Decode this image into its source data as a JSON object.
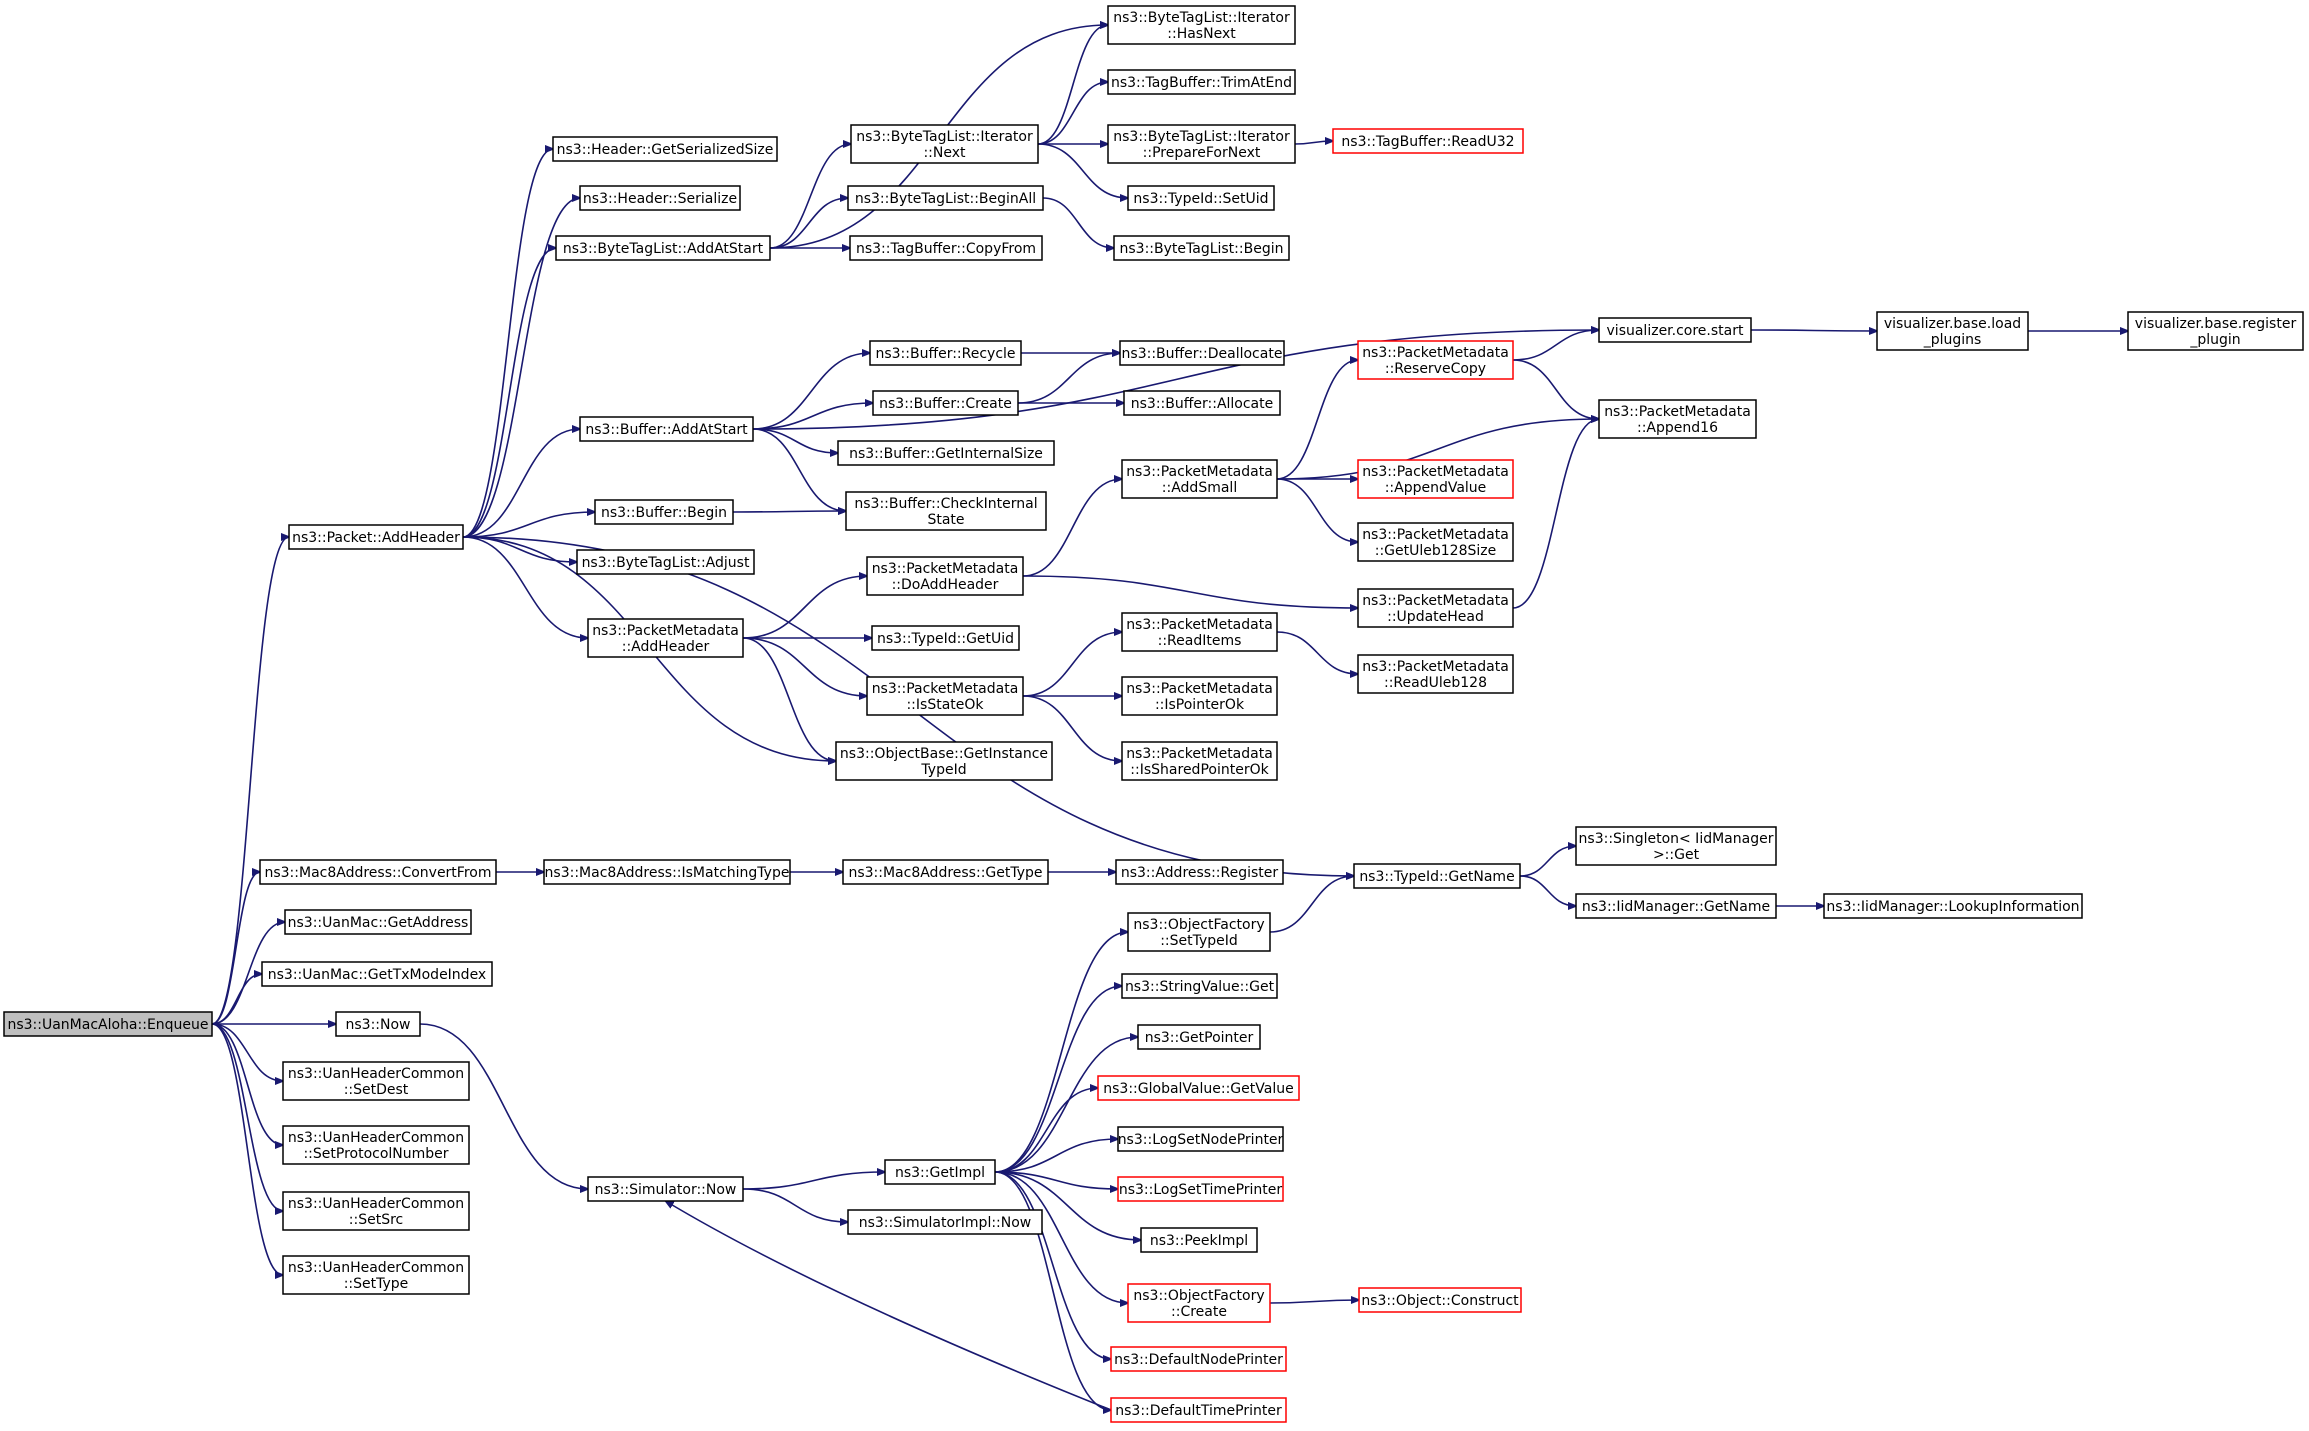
{
  "graph": {
    "colors": {
      "edge": "#191970",
      "node_border": "#000000",
      "node_border_undocumented": "#ff0000",
      "root_fill": "#bfbfbf"
    },
    "root": "ns3::UanMacAloha::Enqueue",
    "nodes": [
      {
        "id": "enqueue",
        "label": [
          "ns3::UanMacAloha::Enqueue"
        ],
        "root": true
      },
      {
        "id": "addheader",
        "label": [
          "ns3::Packet::AddHeader"
        ]
      },
      {
        "id": "convertfrom",
        "label": [
          "ns3::Mac8Address::ConvertFrom"
        ]
      },
      {
        "id": "getaddress",
        "label": [
          "ns3::UanMac::GetAddress"
        ]
      },
      {
        "id": "gettxmodeindex",
        "label": [
          "ns3::UanMac::GetTxModeIndex"
        ]
      },
      {
        "id": "now",
        "label": [
          "ns3::Now"
        ]
      },
      {
        "id": "setdest",
        "label": [
          "ns3::UanHeaderCommon",
          "::SetDest"
        ]
      },
      {
        "id": "setprotocolnumber",
        "label": [
          "ns3::UanHeaderCommon",
          "::SetProtocolNumber"
        ]
      },
      {
        "id": "setsrc",
        "label": [
          "ns3::UanHeaderCommon",
          "::SetSrc"
        ]
      },
      {
        "id": "settype",
        "label": [
          "ns3::UanHeaderCommon",
          "::SetType"
        ]
      },
      {
        "id": "hdr_getserializedsize",
        "label": [
          "ns3::Header::GetSerializedSize"
        ]
      },
      {
        "id": "hdr_serialize",
        "label": [
          "ns3::Header::Serialize"
        ]
      },
      {
        "id": "btl_addatstart",
        "label": [
          "ns3::ByteTagList::AddAtStart"
        ]
      },
      {
        "id": "buf_addatstart",
        "label": [
          "ns3::Buffer::AddAtStart"
        ]
      },
      {
        "id": "buf_begin",
        "label": [
          "ns3::Buffer::Begin"
        ]
      },
      {
        "id": "btl_adjust",
        "label": [
          "ns3::ByteTagList::Adjust"
        ]
      },
      {
        "id": "pm_addheader",
        "label": [
          "ns3::PacketMetadata",
          "::AddHeader"
        ]
      },
      {
        "id": "ismatchingtype",
        "label": [
          "ns3::Mac8Address::IsMatchingType"
        ]
      },
      {
        "id": "sim_now",
        "label": [
          "ns3::Simulator::Now"
        ]
      },
      {
        "id": "btli_next",
        "label": [
          "ns3::ByteTagList::Iterator",
          "::Next"
        ]
      },
      {
        "id": "btl_beginall",
        "label": [
          "ns3::ByteTagList::BeginAll"
        ]
      },
      {
        "id": "tb_copyfrom",
        "label": [
          "ns3::TagBuffer::CopyFrom"
        ]
      },
      {
        "id": "buf_recycle",
        "label": [
          "ns3::Buffer::Recycle"
        ]
      },
      {
        "id": "buf_create",
        "label": [
          "ns3::Buffer::Create"
        ]
      },
      {
        "id": "buf_getinternalsize",
        "label": [
          "ns3::Buffer::GetInternalSize"
        ]
      },
      {
        "id": "buf_checkinternalstate",
        "label": [
          "ns3::Buffer::CheckInternal",
          "State"
        ]
      },
      {
        "id": "pm_doaddheader",
        "label": [
          "ns3::PacketMetadata",
          "::DoAddHeader"
        ]
      },
      {
        "id": "typeid_getuid",
        "label": [
          "ns3::TypeId::GetUid"
        ]
      },
      {
        "id": "pm_isstateok",
        "label": [
          "ns3::PacketMetadata",
          "::IsStateOk"
        ]
      },
      {
        "id": "ob_getinstancetypeid",
        "label": [
          "ns3::ObjectBase::GetInstance",
          "TypeId"
        ]
      },
      {
        "id": "mac8_gettype",
        "label": [
          "ns3::Mac8Address::GetType"
        ]
      },
      {
        "id": "getimpl",
        "label": [
          "ns3::GetImpl"
        ]
      },
      {
        "id": "simimpl_now",
        "label": [
          "ns3::SimulatorImpl::Now"
        ]
      },
      {
        "id": "btli_hasnext",
        "label": [
          "ns3::ByteTagList::Iterator",
          "::HasNext"
        ]
      },
      {
        "id": "tb_trimatend",
        "label": [
          "ns3::TagBuffer::TrimAtEnd"
        ]
      },
      {
        "id": "btli_prepare",
        "label": [
          "ns3::ByteTagList::Iterator",
          "::PrepareForNext"
        ]
      },
      {
        "id": "typeid_setuid",
        "label": [
          "ns3::TypeId::SetUid"
        ]
      },
      {
        "id": "btl_begin",
        "label": [
          "ns3::ByteTagList::Begin"
        ]
      },
      {
        "id": "buf_deallocate",
        "label": [
          "ns3::Buffer::Deallocate"
        ]
      },
      {
        "id": "buf_allocate",
        "label": [
          "ns3::Buffer::Allocate"
        ]
      },
      {
        "id": "pm_addsmall",
        "label": [
          "ns3::PacketMetadata",
          "::AddSmall"
        ]
      },
      {
        "id": "pm_readitems",
        "label": [
          "ns3::PacketMetadata",
          "::ReadItems"
        ]
      },
      {
        "id": "pm_ispointerok",
        "label": [
          "ns3::PacketMetadata",
          "::IsPointerOk"
        ]
      },
      {
        "id": "pm_issharedpointerok",
        "label": [
          "ns3::PacketMetadata",
          "::IsSharedPointerOk"
        ]
      },
      {
        "id": "address_register",
        "label": [
          "ns3::Address::Register"
        ]
      },
      {
        "id": "of_settypeid",
        "label": [
          "ns3::ObjectFactory",
          "::SetTypeId"
        ]
      },
      {
        "id": "stringvalue_get",
        "label": [
          "ns3::StringValue::Get"
        ]
      },
      {
        "id": "getpointer",
        "label": [
          "ns3::GetPointer"
        ]
      },
      {
        "id": "globalvalue_getvalue",
        "label": [
          "ns3::GlobalValue::GetValue"
        ],
        "red": true
      },
      {
        "id": "logsetnodeprinter",
        "label": [
          "ns3::LogSetNodePrinter"
        ]
      },
      {
        "id": "logsettimeprinter",
        "label": [
          "ns3::LogSetTimePrinter"
        ],
        "red": true
      },
      {
        "id": "peekimpl",
        "label": [
          "ns3::PeekImpl"
        ]
      },
      {
        "id": "of_create",
        "label": [
          "ns3::ObjectFactory",
          "::Create"
        ],
        "red": true
      },
      {
        "id": "defaultnodeprinter",
        "label": [
          "ns3::DefaultNodePrinter"
        ],
        "red": true
      },
      {
        "id": "defaulttimeprinter",
        "label": [
          "ns3::DefaultTimePrinter"
        ],
        "red": true
      },
      {
        "id": "tb_readu32",
        "label": [
          "ns3::TagBuffer::ReadU32"
        ],
        "red": true
      },
      {
        "id": "pm_reservecopy",
        "label": [
          "ns3::PacketMetadata",
          "::ReserveCopy"
        ],
        "red": true
      },
      {
        "id": "pm_appendvalue",
        "label": [
          "ns3::PacketMetadata",
          "::AppendValue"
        ],
        "red": true
      },
      {
        "id": "pm_getuleb128size",
        "label": [
          "ns3::PacketMetadata",
          "::GetUleb128Size"
        ]
      },
      {
        "id": "pm_updatehead",
        "label": [
          "ns3::PacketMetadata",
          "::UpdateHead"
        ]
      },
      {
        "id": "pm_readuleb128",
        "label": [
          "ns3::PacketMetadata",
          "::ReadUleb128"
        ]
      },
      {
        "id": "typeid_getname",
        "label": [
          "ns3::TypeId::GetName"
        ]
      },
      {
        "id": "object_construct",
        "label": [
          "ns3::Object::Construct"
        ],
        "red": true
      },
      {
        "id": "viz_core_start",
        "label": [
          "visualizer.core.start"
        ]
      },
      {
        "id": "pm_append16",
        "label": [
          "ns3::PacketMetadata",
          "::Append16"
        ]
      },
      {
        "id": "singleton_get",
        "label": [
          "ns3::Singleton< IidManager",
          " >::Get"
        ]
      },
      {
        "id": "iidmanager_getname",
        "label": [
          "ns3::IidManager::GetName"
        ]
      },
      {
        "id": "viz_base_load",
        "label": [
          "visualizer.base.load",
          "_plugins"
        ]
      },
      {
        "id": "iidmanager_lookup",
        "label": [
          "ns3::IidManager::LookupInformation"
        ]
      },
      {
        "id": "viz_base_register",
        "label": [
          "visualizer.base.register",
          "_plugin"
        ]
      }
    ],
    "edges": [
      [
        "enqueue",
        "addheader"
      ],
      [
        "enqueue",
        "convertfrom"
      ],
      [
        "enqueue",
        "getaddress"
      ],
      [
        "enqueue",
        "gettxmodeindex"
      ],
      [
        "enqueue",
        "now"
      ],
      [
        "enqueue",
        "setdest"
      ],
      [
        "enqueue",
        "setprotocolnumber"
      ],
      [
        "enqueue",
        "setsrc"
      ],
      [
        "enqueue",
        "settype"
      ],
      [
        "addheader",
        "hdr_getserializedsize"
      ],
      [
        "addheader",
        "hdr_serialize"
      ],
      [
        "addheader",
        "btl_addatstart"
      ],
      [
        "addheader",
        "buf_addatstart"
      ],
      [
        "addheader",
        "buf_begin"
      ],
      [
        "addheader",
        "btl_adjust"
      ],
      [
        "addheader",
        "pm_addheader"
      ],
      [
        "addheader",
        "ob_getinstancetypeid"
      ],
      [
        "addheader",
        "typeid_getname"
      ],
      [
        "convertfrom",
        "ismatchingtype"
      ],
      [
        "ismatchingtype",
        "mac8_gettype"
      ],
      [
        "mac8_gettype",
        "address_register"
      ],
      [
        "now",
        "sim_now"
      ],
      [
        "sim_now",
        "getimpl"
      ],
      [
        "sim_now",
        "simimpl_now"
      ],
      [
        "btl_addatstart",
        "btli_hasnext"
      ],
      [
        "btl_addatstart",
        "btli_next"
      ],
      [
        "btl_addatstart",
        "btl_beginall"
      ],
      [
        "btl_addatstart",
        "tb_copyfrom"
      ],
      [
        "btli_next",
        "btli_hasnext"
      ],
      [
        "btli_next",
        "tb_trimatend"
      ],
      [
        "btli_next",
        "btli_prepare"
      ],
      [
        "btli_next",
        "typeid_setuid"
      ],
      [
        "btli_prepare",
        "tb_readu32"
      ],
      [
        "btl_beginall",
        "btl_begin"
      ],
      [
        "buf_addatstart",
        "viz_core_start"
      ],
      [
        "buf_addatstart",
        "buf_recycle"
      ],
      [
        "buf_addatstart",
        "buf_create"
      ],
      [
        "buf_addatstart",
        "buf_getinternalsize"
      ],
      [
        "buf_addatstart",
        "buf_checkinternalstate"
      ],
      [
        "buf_recycle",
        "buf_deallocate"
      ],
      [
        "buf_create",
        "buf_deallocate"
      ],
      [
        "buf_create",
        "buf_allocate"
      ],
      [
        "buf_begin",
        "buf_checkinternalstate"
      ],
      [
        "pm_addheader",
        "pm_doaddheader"
      ],
      [
        "pm_addheader",
        "typeid_getuid"
      ],
      [
        "pm_addheader",
        "pm_isstateok"
      ],
      [
        "pm_addheader",
        "ob_getinstancetypeid"
      ],
      [
        "pm_doaddheader",
        "pm_addsmall"
      ],
      [
        "pm_doaddheader",
        "pm_updatehead"
      ],
      [
        "pm_addsmall",
        "pm_reservecopy"
      ],
      [
        "pm_addsmall",
        "pm_append16"
      ],
      [
        "pm_addsmall",
        "pm_appendvalue"
      ],
      [
        "pm_addsmall",
        "pm_getuleb128size"
      ],
      [
        "pm_reservecopy",
        "viz_core_start"
      ],
      [
        "pm_reservecopy",
        "pm_append16"
      ],
      [
        "pm_updatehead",
        "pm_append16"
      ],
      [
        "pm_isstateok",
        "pm_readitems"
      ],
      [
        "pm_isstateok",
        "pm_ispointerok"
      ],
      [
        "pm_isstateok",
        "pm_issharedpointerok"
      ],
      [
        "pm_readitems",
        "pm_readuleb128"
      ],
      [
        "viz_core_start",
        "viz_base_load"
      ],
      [
        "viz_base_load",
        "viz_base_register"
      ],
      [
        "typeid_getname",
        "singleton_get"
      ],
      [
        "typeid_getname",
        "iidmanager_getname"
      ],
      [
        "iidmanager_getname",
        "iidmanager_lookup"
      ],
      [
        "getimpl",
        "of_settypeid"
      ],
      [
        "getimpl",
        "stringvalue_get"
      ],
      [
        "getimpl",
        "getpointer"
      ],
      [
        "getimpl",
        "globalvalue_getvalue"
      ],
      [
        "getimpl",
        "logsetnodeprinter"
      ],
      [
        "getimpl",
        "logsettimeprinter"
      ],
      [
        "getimpl",
        "peekimpl"
      ],
      [
        "getimpl",
        "of_create"
      ],
      [
        "getimpl",
        "defaultnodeprinter"
      ],
      [
        "getimpl",
        "defaulttimeprinter"
      ],
      [
        "of_settypeid",
        "typeid_getname"
      ],
      [
        "of_create",
        "object_construct"
      ],
      [
        "defaulttimeprinter",
        "sim_now"
      ]
    ]
  }
}
